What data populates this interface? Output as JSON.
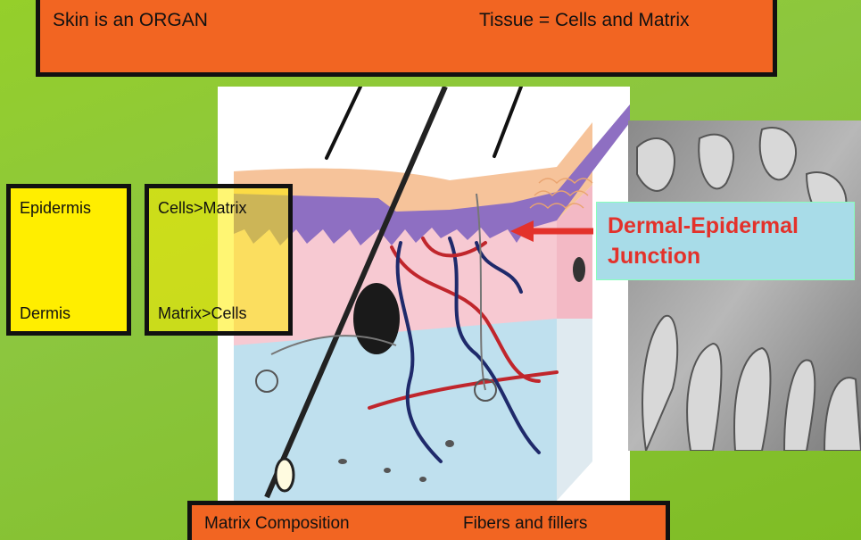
{
  "title_bar": {
    "left_text": "Skin is an ORGAN",
    "right_text": "Tissue = Cells and Matrix"
  },
  "layer_box": {
    "epidermis": "Epidermis",
    "dermis": "Dermis"
  },
  "ratio_box": {
    "epidermis_ratio": "Cells>Matrix",
    "dermis_ratio": "Matrix>Cells"
  },
  "callout": {
    "line1": "Dermal-Epidermal",
    "line2": "Junction"
  },
  "bottom_bar": {
    "left_text": "Matrix Composition",
    "right_text": "Fibers and fillers"
  },
  "colors": {
    "background": "#8cc63f",
    "title_bar": "#f26522",
    "layer_box": "#ffee00",
    "callout_text": "#e3322b",
    "callout_bg": "#a8dce8"
  }
}
